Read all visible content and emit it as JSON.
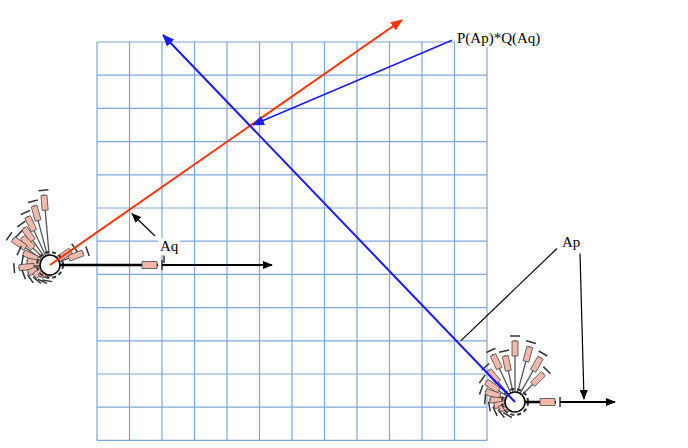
{
  "diagram": {
    "labels": [
      "P(Ap)*Q(Aq)",
      "Aq",
      "Ap"
    ]
  }
}
